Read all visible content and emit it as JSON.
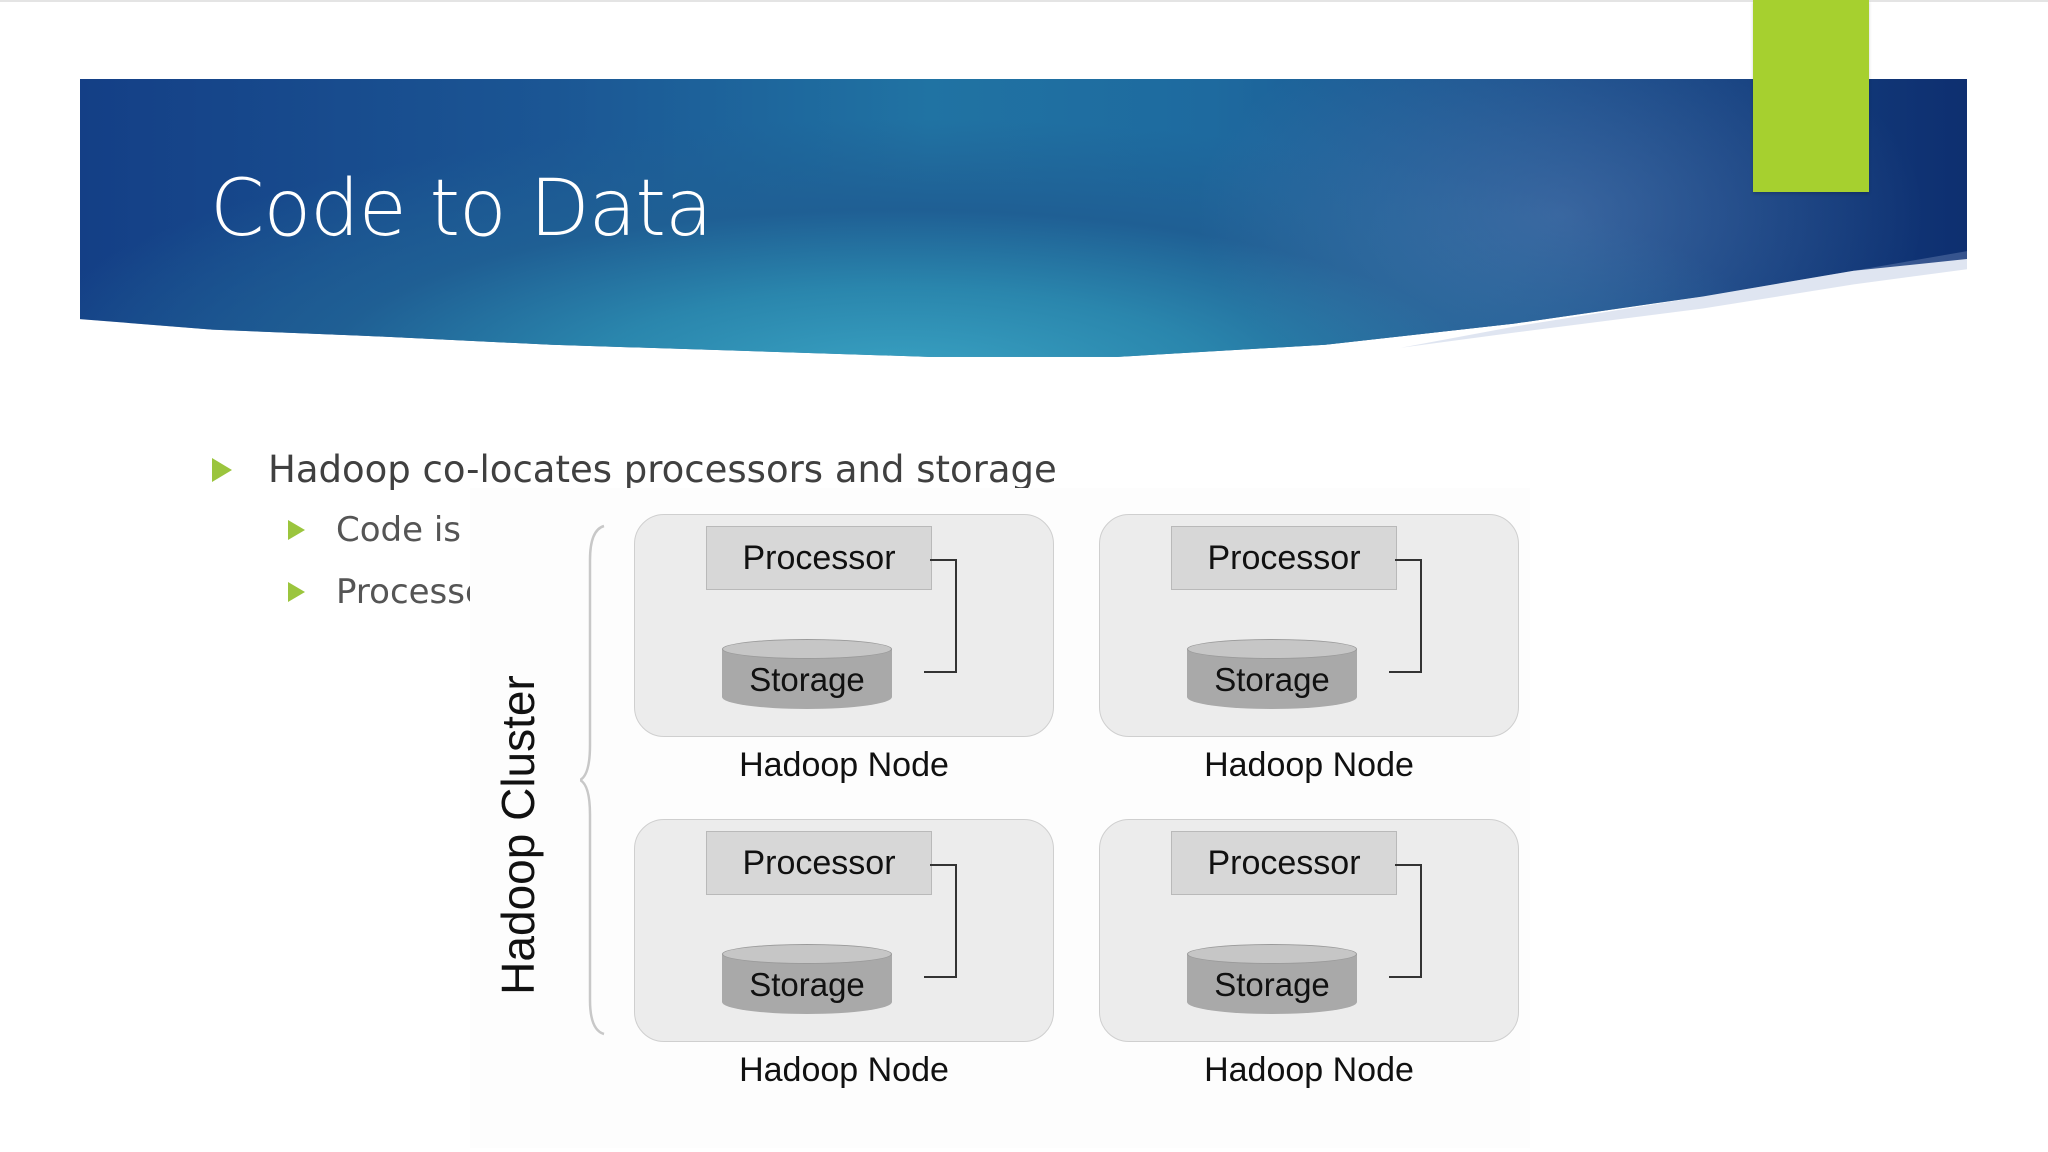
{
  "slide": {
    "title": "Code to Data",
    "accent_color": "#a6d02f",
    "bullet_color": "#9bc53d"
  },
  "bullets": [
    {
      "text": "Hadoop co-locates processors and storage",
      "level": 1
    },
    {
      "text": "Code is m",
      "level": 2
    },
    {
      "text": "Processor:",
      "level": 2
    }
  ],
  "diagram": {
    "cluster_label": "Hadoop Cluster",
    "nodes": [
      {
        "processor": "Processor",
        "storage": "Storage",
        "label": "Hadoop Node"
      },
      {
        "processor": "Processor",
        "storage": "Storage",
        "label": "Hadoop Node"
      },
      {
        "processor": "Processor",
        "storage": "Storage",
        "label": "Hadoop Node"
      },
      {
        "processor": "Processor",
        "storage": "Storage",
        "label": "Hadoop Node"
      }
    ]
  }
}
